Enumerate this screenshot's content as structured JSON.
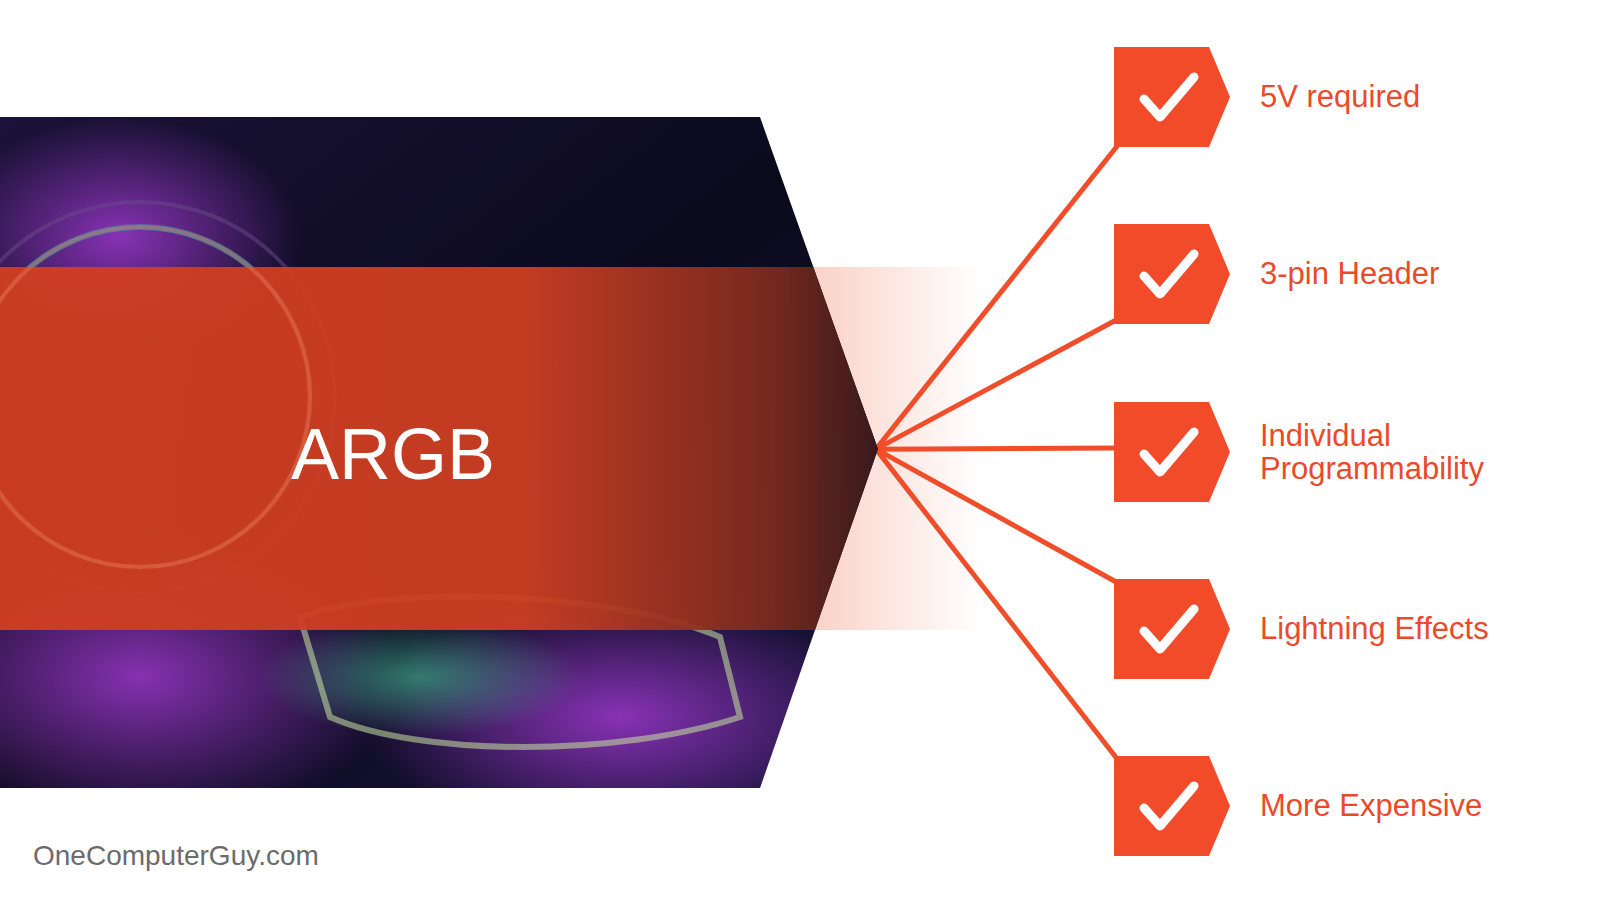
{
  "diagram": {
    "nodes": [
      {
        "text": [
          "ARGB"
        ]
      },
      {
        "text": [
          "5V required"
        ]
      },
      {
        "text": [
          "3-pin Header"
        ]
      },
      {
        "text": [
          "Individual Programmability"
        ]
      },
      {
        "text": [
          "Lightning Effects"
        ]
      },
      {
        "text": [
          "More Expensive"
        ]
      }
    ],
    "edges": [
      {
        "from": 0,
        "to": 1,
        "arrow": "none"
      },
      {
        "from": 0,
        "to": 2,
        "arrow": "none"
      },
      {
        "from": 0,
        "to": 3,
        "arrow": "none"
      },
      {
        "from": 0,
        "to": 4,
        "arrow": "none"
      },
      {
        "from": 0,
        "to": 5,
        "arrow": "none"
      }
    ],
    "labels": [
      "OneComputerGuy.com"
    ]
  }
}
